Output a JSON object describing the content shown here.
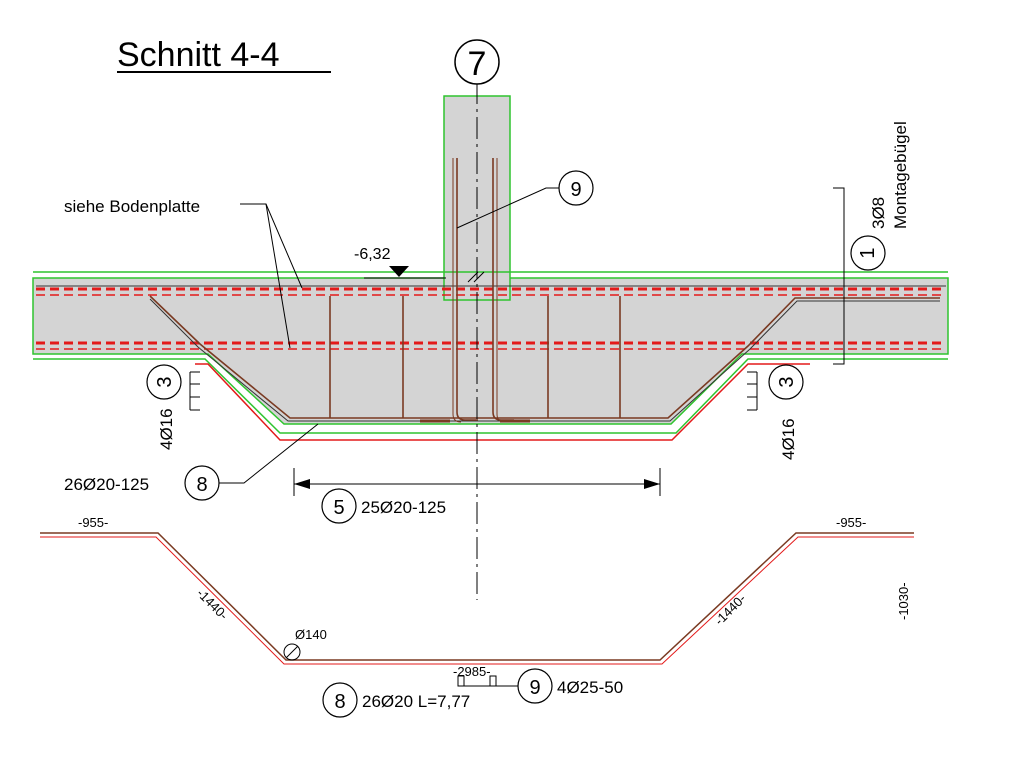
{
  "title": "Schnitt 4-4",
  "markers": {
    "column": "7",
    "top_bars": "1",
    "left_side": "3",
    "right_side": "3",
    "bottom_bars": "8",
    "span_bars": "5",
    "starter_bars": "9",
    "schedule_8": "8",
    "schedule_9": "9"
  },
  "labels": {
    "siehe_bodenplatte": "siehe Bodenplatte",
    "elevation": "-6,32",
    "montagebuegel_count": "3Ø8",
    "montagebuegel_label": "Montagebügel",
    "left_side_bars": "4Ø16",
    "right_side_bars": "4Ø16",
    "bottom_bars": "26Ø20-125",
    "span_bars": "25Ø20-125",
    "schedule_8": "26Ø20 L=7,77",
    "schedule_9": "4Ø25-50"
  },
  "bending_dims": {
    "left_leg": "-955-",
    "right_leg": "-955-",
    "left_slope": "-1440-",
    "right_slope": "-1440-",
    "bottom": "-2985-",
    "height": "-1030-",
    "bend_diameter": "Ø140"
  },
  "colors": {
    "concrete": "#d4d4d4",
    "green_outline": "#2fc42f",
    "red_rebar": "#e31a1a",
    "brown_rebar": "#7a3a22"
  }
}
